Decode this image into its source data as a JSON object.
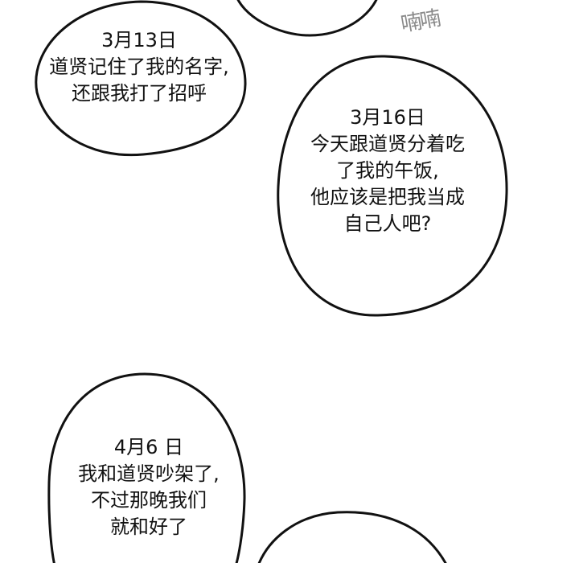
{
  "colors": {
    "background": "#ffffff",
    "ink": "#111111",
    "sfx": "#8a8a8a"
  },
  "sound_effect": "喃喃",
  "entries": [
    {
      "date": "3月13日",
      "lines": [
        "道贤记住了我的名字,",
        "还跟我打了招呼"
      ]
    },
    {
      "date": "3月16日",
      "lines": [
        "今天跟道贤分着吃",
        "了我的午饭,",
        "他应该是把我当成",
        "自己人吧?"
      ]
    },
    {
      "date": "4月6 日",
      "lines": [
        "我和道贤吵架了,",
        "不过那晚我们",
        "就和好了"
      ]
    }
  ]
}
